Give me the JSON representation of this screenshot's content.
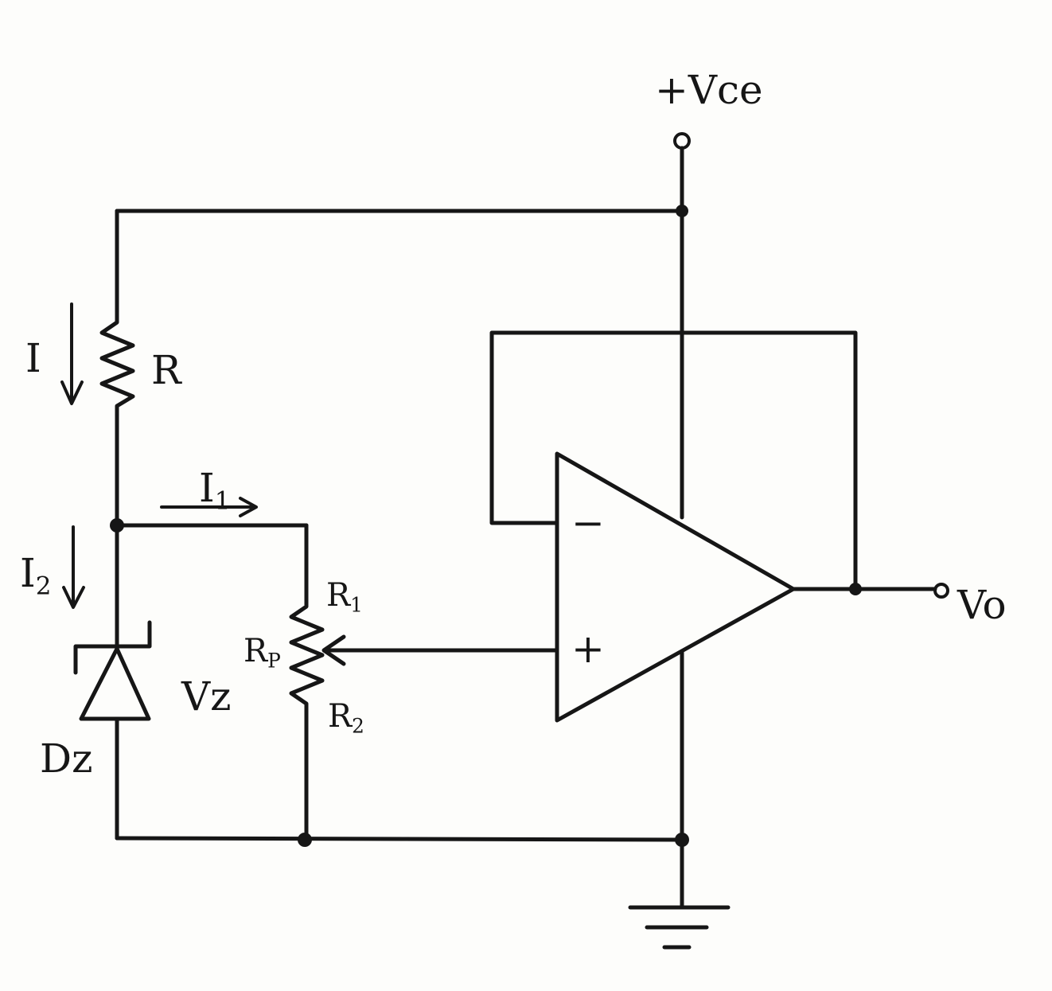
{
  "labels": {
    "supply": "+Vce",
    "output": "Vo",
    "resistor_r": "R",
    "current_i": "I",
    "current_i1_main": "I",
    "current_i1_sub": "1",
    "current_i2_main": "I",
    "current_i2_sub": "2",
    "r1_main": "R",
    "r1_sub": "1",
    "r2_main": "R",
    "r2_sub": "2",
    "rp_main": "R",
    "rp_sub": "P",
    "vz": "Vz",
    "dz": "Dz",
    "opamp_minus": "−",
    "opamp_plus": "+"
  },
  "colors": {
    "ink": "#161616",
    "paper": "#fdfdfb"
  }
}
